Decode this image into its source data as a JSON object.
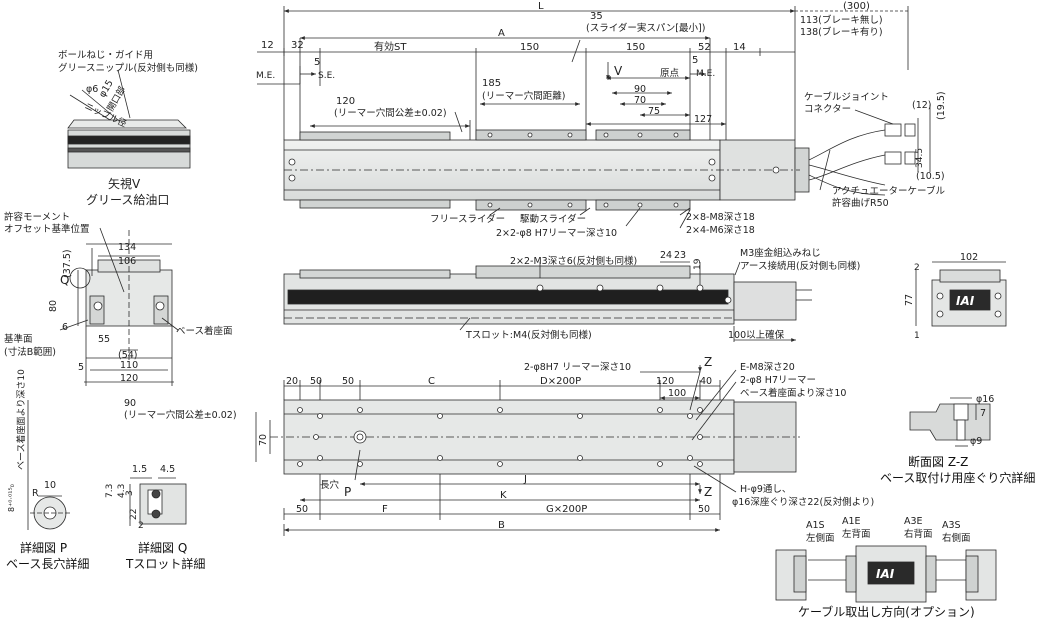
{
  "labels": {
    "L": "L",
    "A": "A",
    "B": "B",
    "C": "C",
    "F": "F",
    "J": "J",
    "K": "K",
    "dx": "D×200P",
    "gx": "G×200P",
    "d300": "(300)",
    "d12": "12",
    "d32": "32",
    "stroke": "有効ST",
    "d150a": "150",
    "d150b": "150",
    "d52": "52",
    "d14": "14",
    "d35": "35",
    "slider_span": "(スライダー実スパン[最小])",
    "brake_off": "113(ブレーキ無し)",
    "brake_on": "138(ブレーキ有り)",
    "me_l": "M.E.",
    "me_r": "M.E.",
    "se": "S.E.",
    "d5a": "5",
    "d5b": "5",
    "view_v": "V",
    "origin": "原点",
    "d185": "185",
    "ream_pitch": "(リーマー穴間距離)",
    "d120": "120",
    "ream_tol": "(リーマー穴間公差±0.02)",
    "d90": "90",
    "d70": "70",
    "d75": "75",
    "d127": "127",
    "cable_joint": "ケーブルジョイント",
    "connector": "コネクター",
    "d12p": "(12)",
    "d19_5": "(19.5)",
    "d34_5": "34.5",
    "d10_5": "(10.5)",
    "act_cable": "アクチュエーターケーブル",
    "bend_r": "許容曲げR50",
    "free_slider": "フリースライダー",
    "drive_slider": "駆動スライダー",
    "ream10": "2×2-φ8 H7リーマー深さ10",
    "m8": "2×8-M8深さ18",
    "m6": "2×4-M6深さ18",
    "grease1": "ボールねじ・ガイド用",
    "grease2": "グリースニップル(反対側も同様)",
    "phi6": "φ6",
    "phi15": "φ15",
    "nipple_dia": "ニップル径",
    "port": "開口部",
    "view_v_title": "矢視V",
    "grease_port": "グリース給油口",
    "moment1": "許容モーメント",
    "moment2": "オフセット基準位置",
    "d134": "134",
    "d106": "106",
    "d37_5": "(37.5)",
    "q": "Q",
    "d80": "80",
    "d6": "6",
    "d55": "55",
    "d54": "(54)",
    "d5c": "5",
    "d110": "110",
    "d120b": "120",
    "base_ref1": "基準面",
    "base_ref2": "(寸法B範囲)",
    "base_face": "ベース着座面",
    "m3_tap": "2×2-M3深さ6(反対側も同様)",
    "d24": "24",
    "d23": "23",
    "d19": "19",
    "m3_screw": "M3座金組込みねじ",
    "ground": "アース接続用(反対側も同様)",
    "t_slot": "Tスロット:M4(反対側も同様)",
    "clear100": "100以上確保",
    "d102": "102",
    "d2": "2",
    "d77": "77",
    "d1": "1",
    "iai": "IAI",
    "ream_base": "2-φ8H7 リーマー深さ10",
    "z1": "Z",
    "z2": "Z",
    "d20": "20",
    "d50a": "50",
    "d50b": "50",
    "d120c": "120",
    "d40": "40",
    "d100": "100",
    "e_m8": "E-M8深さ20",
    "h7a": "2-φ8 H7リーマー",
    "h7b": "ベース着座面より深さ10",
    "d90b": "90",
    "ream_tol2": "(リーマー穴間公差±0.02)",
    "d70b": "70",
    "long_hole": "長穴",
    "p": "P",
    "h_thru": "H-φ9通し、",
    "h_cb": "φ16深座ぐり深さ22(反対側より)",
    "d50c": "50",
    "d50d": "50",
    "phi16": "φ16",
    "d7": "7",
    "phi9": "φ9",
    "section_zz": "断面図 Z-Z",
    "cb_detail": "ベース取付け用座ぐり穴詳細",
    "depth_note": "ベース着座面より深さ10",
    "tol": "8⁺⁰·⁰¹⁵₀",
    "d10": "10",
    "r": "R",
    "detail_p": "詳細図 P",
    "detail_p_sub": "ベース長穴詳細",
    "d1_5": "1.5",
    "d4_5": "4.5",
    "d7_3": "7.3",
    "d4_3": "4.3",
    "d3": "3",
    "d22": "22",
    "d2b": "2",
    "detail_q": "詳細図 Q",
    "detail_q_sub": "Tスロット詳細",
    "a1s": "A1S",
    "a1s_sub": "左側面",
    "a1e": "A1E",
    "a1e_sub": "左背面",
    "a3e": "A3E",
    "a3e_sub": "右背面",
    "a3s": "A3S",
    "a3s_sub": "右側面",
    "cable_dir": "ケーブル取出し方向(オプション)"
  },
  "colors": {
    "line": "#2b2b2b",
    "body": "#e4e6e5",
    "body_dark": "#cfd2d1",
    "rail": "#1c1c1c",
    "slider": "#c9ccca"
  }
}
